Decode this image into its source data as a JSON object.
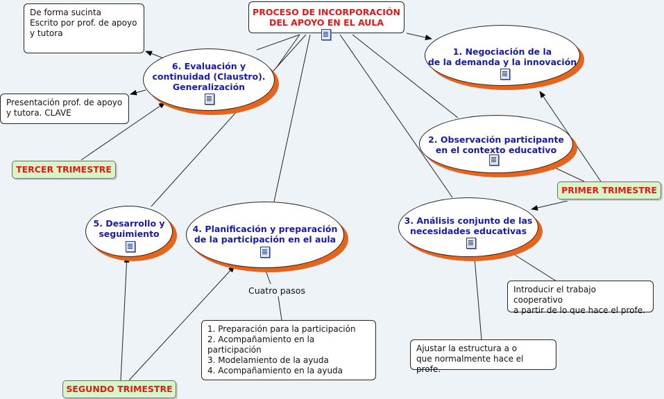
{
  "title": "PROCESO DE INCORPORACIÓN\nDEL APOYO EN EL AULA",
  "nodes": {
    "n1": "1. Negociación de la\nde la demanda y la innovación",
    "n2": "2. Observación participante\nen el contexto educativo",
    "n3": "3. Análisis conjunto de las\nnecesidades educativas",
    "n4": "4. Planificación y preparación\nde la participación en el aula",
    "n5": "5. Desarrollo y\nseguimiento",
    "n6": "6. Evaluación y\ncontinuidad (Claustro).\nGeneralización"
  },
  "notes": {
    "evaluacion_detalle": "De forma sucinta\nEscrito por prof. de apoyo\ny tutora",
    "presentacion": "Presentación prof. de apoyo\ny tutora. CLAVE",
    "cooperativo": "Introducir el trabajo cooperativo\na partir de lo que hace el profe.",
    "estructura": "Ajustar la estructura a o\nque normalmente hace el profe."
  },
  "pasos_label": "Cuatro pasos",
  "pasos": [
    "1. Preparación para la participación",
    "2. Acompañamiento en la participación",
    "3. Modelamiento de la ayuda",
    "4. Acompañamiento en la ayuda"
  ],
  "tags": {
    "primer": "PRIMER TRIMESTRE",
    "segundo": "SEGUNDO TRIMESTRE",
    "tercer": "TERCER TRIMESTRE"
  },
  "icons": [
    "document-icon"
  ]
}
